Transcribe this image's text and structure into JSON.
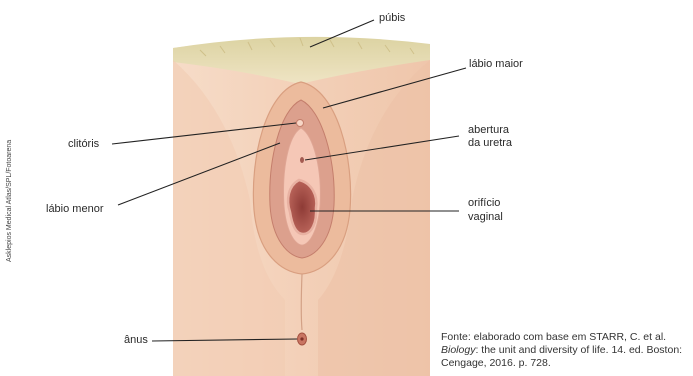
{
  "labels": {
    "pubis": "púbis",
    "labio_maior": "lábio maior",
    "clitoris": "clitóris",
    "abertura_line1": "abertura",
    "abertura_line2": "da uretra",
    "labio_menor": "lábio menor",
    "orificio_line1": "orifício",
    "orificio_line2": "vaginal",
    "anus": "ânus"
  },
  "credit": "Asklepios Medical Atlas/SPL/Fotoarena",
  "source": {
    "before": "Fonte: elaborado com base em STARR, C. et al. ",
    "italic": "Biology",
    "after": ": the unit and diversity of life. 14. ed. Boston: Cengage, 2016. p. 728."
  },
  "colors": {
    "skin": "#f3d3bd",
    "skin_shadow": "#e6b79b",
    "hair": "#e3d7a8",
    "labia_major": "#eec2a6",
    "labia_minor": "#d99a88",
    "vestibule": "#f4c4b4",
    "vaginal_opening": "#a9524a",
    "line": "#222222"
  }
}
